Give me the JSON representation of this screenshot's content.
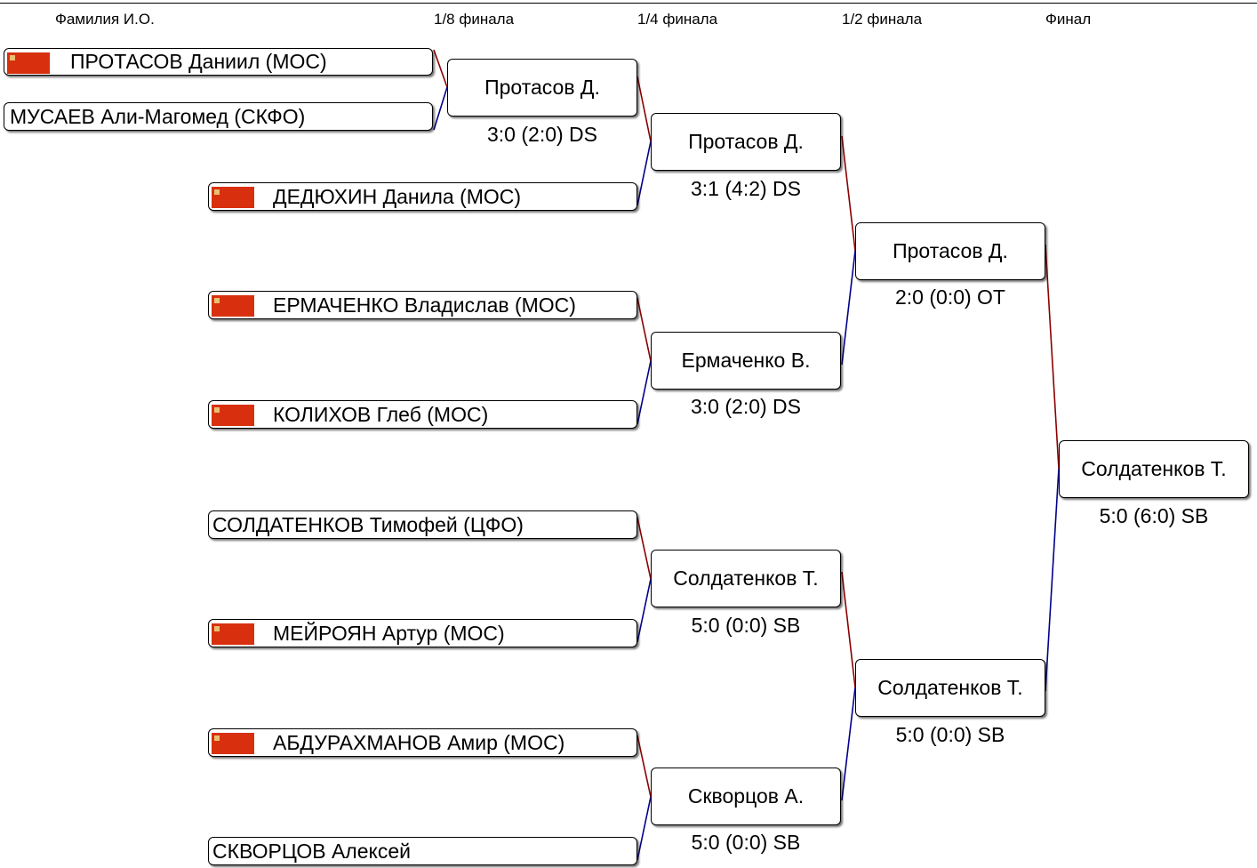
{
  "headers": {
    "name_col": "Фамилия И.О.",
    "r16": "1/8 финала",
    "qf": "1/4 финала",
    "sf": "1/2 финала",
    "final": "Финал"
  },
  "participants": [
    {
      "name": "ПРОТАСОВ Даниил (МОС)",
      "flag": true
    },
    {
      "name": "МУСАЕВ Али-Магомед (СКФО)",
      "flag": false
    },
    {
      "name": "ДЕДЮХИН Данила (МОС)",
      "flag": true
    },
    {
      "name": "ЕРМАЧЕНКО Владислав (МОС)",
      "flag": true
    },
    {
      "name": "КОЛИХОВ Глеб (МОС)",
      "flag": true
    },
    {
      "name": "СОЛДАТЕНКОВ Тимофей (ЦФО)",
      "flag": false
    },
    {
      "name": "МЕЙРОЯН Артур (МОС)",
      "flag": true
    },
    {
      "name": "АБДУРАХМАНОВ Амир (МОС)",
      "flag": true
    },
    {
      "name": "СКВОРЦОВ Алексей",
      "flag": false
    }
  ],
  "matches": {
    "r16_1": {
      "winner": "Протасов Д.",
      "score": "3:0 (2:0) DS"
    },
    "qf_1": {
      "winner": "Протасов Д.",
      "score": "3:1 (4:2) DS"
    },
    "qf_2": {
      "winner": "Ермаченко В.",
      "score": "3:0 (2:0) DS"
    },
    "qf_3": {
      "winner": "Солдатенков Т.",
      "score": "5:0 (0:0) SB"
    },
    "qf_4": {
      "winner": "Скворцов А.",
      "score": "5:0 (0:0) SB"
    },
    "sf_1": {
      "winner": "Протасов Д.",
      "score": "2:0 (0:0) OT"
    },
    "sf_2": {
      "winner": "Солдатенков Т.",
      "score": "5:0 (0:0) SB"
    },
    "final": {
      "winner": "Солдатенков Т.",
      "score": "5:0 (6:0) SB"
    }
  },
  "colors": {
    "red_corner": "#8b0000",
    "blue_corner": "#00008b",
    "flag": "#d8300f"
  }
}
